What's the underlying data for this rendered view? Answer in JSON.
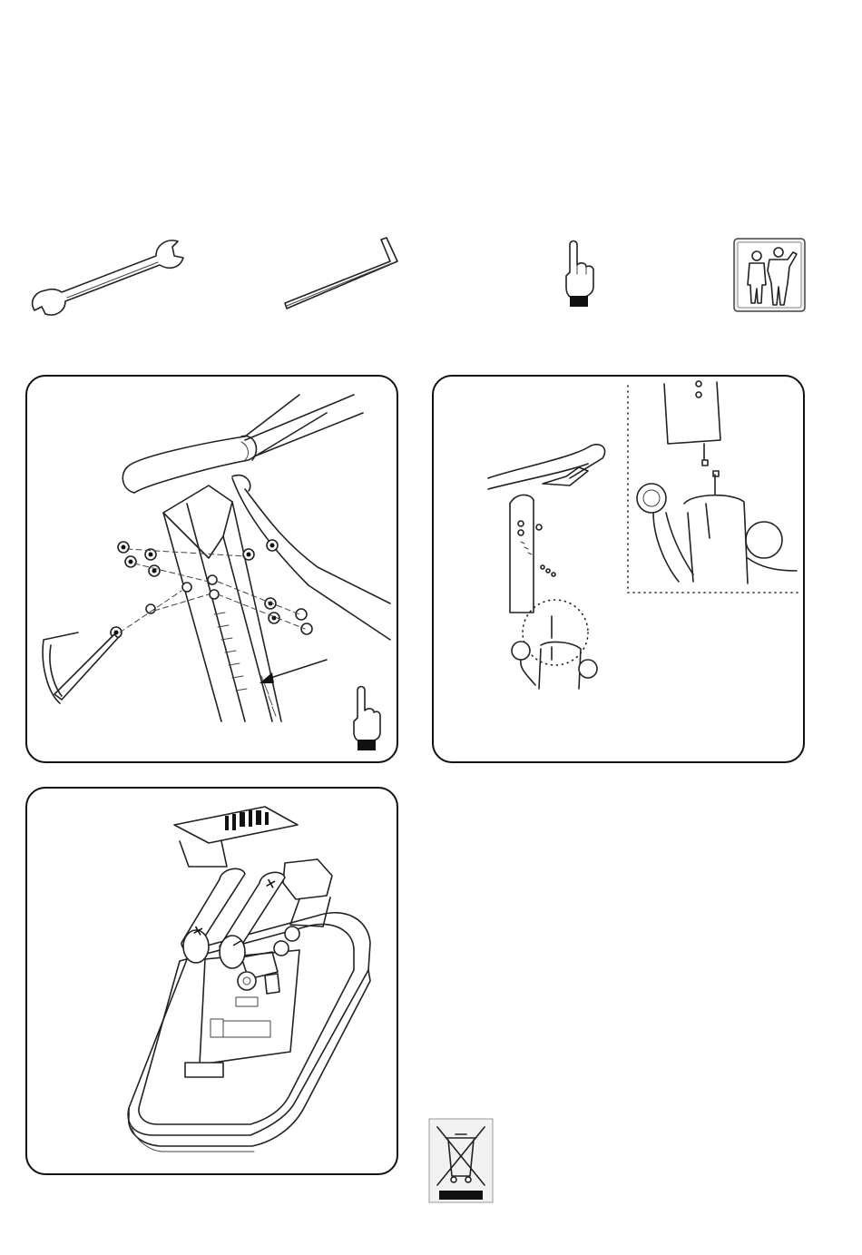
{
  "page": {
    "background": "#ffffff",
    "line_color": "#222222"
  },
  "toolbar_icons": [
    {
      "icon": "open-wrench-icon"
    },
    {
      "icon": "hex-key-icon"
    },
    {
      "icon": "pointing-finger-icon"
    },
    {
      "icon": "two-person-assembly-icon"
    }
  ],
  "panels": [
    {
      "id": "handlebar-mount",
      "icon": "handlebar-assembly-illustration"
    },
    {
      "id": "cable-connection",
      "icon": "cable-connector-illustration"
    },
    {
      "id": "battery-install",
      "icon": "console-battery-illustration"
    }
  ],
  "battery": {
    "plus_sign": "+",
    "minus_sign": "−"
  },
  "disposal": {
    "icon": "weee-crossed-bin-icon"
  }
}
